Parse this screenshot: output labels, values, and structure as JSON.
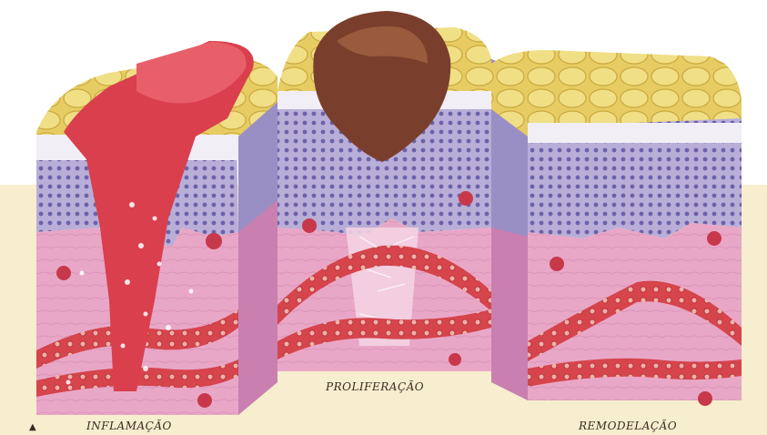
{
  "labels": {
    "stage1": "INFLAMAÇÃO",
    "stage2": "PROLIFERAÇÃO",
    "stage3": "REMODELAÇÃO"
  },
  "colors": {
    "fat": "#e8d26a",
    "epidermis": "#7f78b8",
    "dermis": "#e8a9c8",
    "blood": "#d8343f",
    "scab": "#7a3f2c",
    "background": "#f7edcf"
  }
}
